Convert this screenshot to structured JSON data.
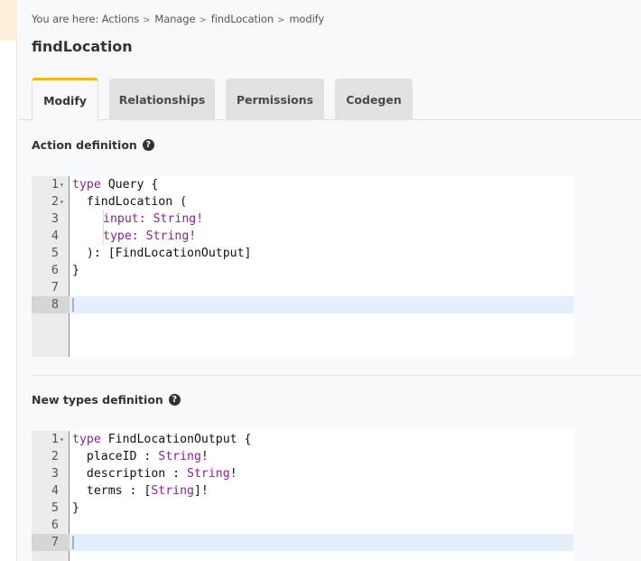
{
  "colors": {
    "accent": "#f8b517",
    "keyword": "#8a1f9a",
    "active_line": "#e3effd",
    "gutter": "#ebebeb",
    "sidebar_highlight": "#fdf0d8"
  },
  "breadcrumb": {
    "prefix": "You are here:",
    "items": [
      "Actions",
      "Manage",
      "findLocation",
      "modify"
    ],
    "separator": ">"
  },
  "page_title": "findLocation",
  "tabs": [
    {
      "label": "Modify",
      "active": true
    },
    {
      "label": "Relationships",
      "active": false
    },
    {
      "label": "Permissions",
      "active": false
    },
    {
      "label": "Codegen",
      "active": false
    }
  ],
  "sections": {
    "action_definition": {
      "title": "Action definition",
      "help_icon": "question-circle-icon",
      "editor": {
        "active_line": 8,
        "lines": [
          {
            "num": "1",
            "fold": true,
            "text": "type Query {"
          },
          {
            "num": "2",
            "fold": true,
            "text": "findLocation ("
          },
          {
            "num": "3",
            "fold": false,
            "text": "input: String!"
          },
          {
            "num": "4",
            "fold": false,
            "text": "type: String!"
          },
          {
            "num": "5",
            "fold": false,
            "text": "): [FindLocationOutput]"
          },
          {
            "num": "6",
            "fold": false,
            "text": "}"
          },
          {
            "num": "7",
            "fold": false,
            "text": ""
          },
          {
            "num": "8",
            "fold": false,
            "text": ""
          }
        ]
      }
    },
    "types_definition": {
      "title": "New types definition",
      "help_icon": "question-circle-icon",
      "editor": {
        "active_line": 7,
        "lines": [
          {
            "num": "1",
            "fold": true,
            "text": "type FindLocationOutput {"
          },
          {
            "num": "2",
            "fold": false,
            "text": "placeID : String!"
          },
          {
            "num": "3",
            "fold": false,
            "text": "description : String!"
          },
          {
            "num": "4",
            "fold": false,
            "text": "terms : [String]!"
          },
          {
            "num": "5",
            "fold": false,
            "text": "}"
          },
          {
            "num": "6",
            "fold": false,
            "text": ""
          },
          {
            "num": "7",
            "fold": false,
            "text": ""
          }
        ]
      }
    }
  },
  "tokens": {
    "type_kw": "type",
    "query": " Query {",
    "find_location": "  findLocation (",
    "input_field": "input: String!",
    "type_field": "type: String!",
    "close_args": "  ): [FindLocationOutput]",
    "close_brace": "}",
    "output_name": " FindLocationOutput {",
    "place_id": "  placeID : ",
    "description": "  description : ",
    "terms": "  terms : [",
    "string": "String",
    "bang": "!",
    "close_list_bang": "]!",
    "fold_marker": "▾"
  }
}
